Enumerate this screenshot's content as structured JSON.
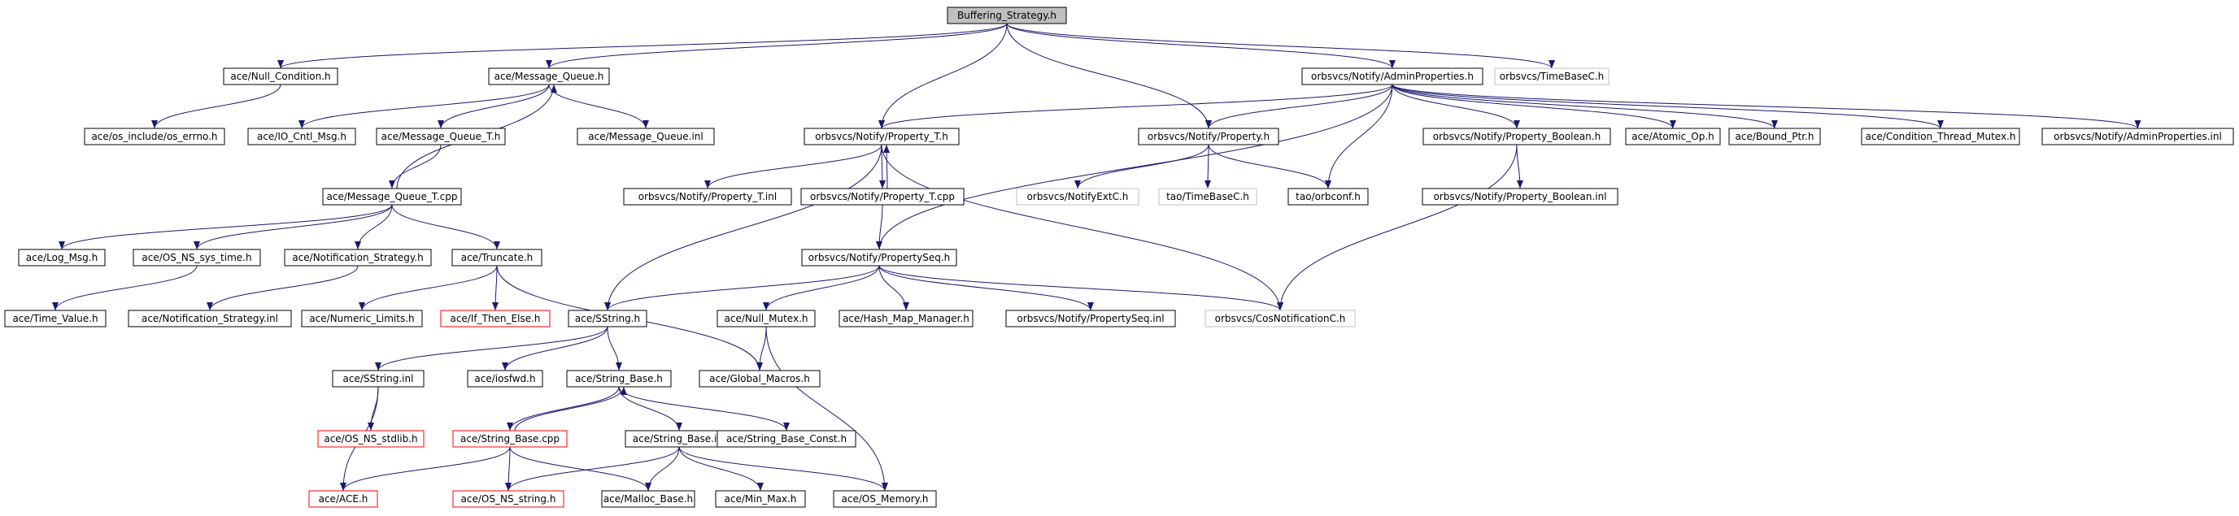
{
  "colors": {
    "root_fill": "#bfbfbf",
    "normal_border": "#000000",
    "missing_border": "#ff0000",
    "external_border": "#bfbfbf",
    "edge": "#191970"
  },
  "nodes": [
    {
      "id": "root",
      "label": "Buffering_Strategy.h",
      "kind": "root"
    },
    {
      "id": "null_condition",
      "label": "ace/Null_Condition.h",
      "kind": "normal"
    },
    {
      "id": "os_errno",
      "label": "ace/os_include/os_errno.h",
      "kind": "normal"
    },
    {
      "id": "message_queue",
      "label": "ace/Message_Queue.h",
      "kind": "normal"
    },
    {
      "id": "io_cntl",
      "label": "ace/IO_Cntl_Msg.h",
      "kind": "normal"
    },
    {
      "id": "mq_t_h",
      "label": "ace/Message_Queue_T.h",
      "kind": "normal"
    },
    {
      "id": "mq_inl",
      "label": "ace/Message_Queue.inl",
      "kind": "normal"
    },
    {
      "id": "mq_t_cpp",
      "label": "ace/Message_Queue_T.cpp",
      "kind": "normal"
    },
    {
      "id": "log_msg",
      "label": "ace/Log_Msg.h",
      "kind": "normal"
    },
    {
      "id": "os_ns_sys_time",
      "label": "ace/OS_NS_sys_time.h",
      "kind": "normal"
    },
    {
      "id": "notif_strategy",
      "label": "ace/Notification_Strategy.h",
      "kind": "normal"
    },
    {
      "id": "truncate",
      "label": "ace/Truncate.h",
      "kind": "normal"
    },
    {
      "id": "time_value",
      "label": "ace/Time_Value.h",
      "kind": "normal"
    },
    {
      "id": "notif_strategy_inl",
      "label": "ace/Notification_Strategy.inl",
      "kind": "normal"
    },
    {
      "id": "numeric_limits",
      "label": "ace/Numeric_Limits.h",
      "kind": "normal"
    },
    {
      "id": "if_then_else",
      "label": "ace/If_Then_Else.h",
      "kind": "missing"
    },
    {
      "id": "property_t_h",
      "label": "orbsvcs/Notify/Property_T.h",
      "kind": "normal"
    },
    {
      "id": "property_h",
      "label": "orbsvcs/Notify/Property.h",
      "kind": "normal"
    },
    {
      "id": "admin_props_h",
      "label": "orbsvcs/Notify/AdminProperties.h",
      "kind": "normal"
    },
    {
      "id": "timebasec_top",
      "label": "orbsvcs/TimeBaseC.h",
      "kind": "external"
    },
    {
      "id": "property_t_inl",
      "label": "orbsvcs/Notify/Property_T.inl",
      "kind": "normal"
    },
    {
      "id": "property_t_cpp",
      "label": "orbsvcs/Notify/Property_T.cpp",
      "kind": "normal"
    },
    {
      "id": "notify_ext",
      "label": "orbsvcs/NotifyExtC.h",
      "kind": "external"
    },
    {
      "id": "tao_timebase",
      "label": "tao/TimeBaseC.h",
      "kind": "external"
    },
    {
      "id": "orbconf",
      "label": "tao/orbconf.h",
      "kind": "normal"
    },
    {
      "id": "prop_bool_h",
      "label": "orbsvcs/Notify/Property_Boolean.h",
      "kind": "normal"
    },
    {
      "id": "atomic_op",
      "label": "ace/Atomic_Op.h",
      "kind": "normal"
    },
    {
      "id": "bound_ptr",
      "label": "ace/Bound_Ptr.h",
      "kind": "normal"
    },
    {
      "id": "cond_thread_mutex",
      "label": "ace/Condition_Thread_Mutex.h",
      "kind": "normal"
    },
    {
      "id": "admin_props_inl",
      "label": "orbsvcs/Notify/AdminProperties.inl",
      "kind": "normal"
    },
    {
      "id": "prop_bool_inl",
      "label": "orbsvcs/Notify/Property_Boolean.inl",
      "kind": "normal"
    },
    {
      "id": "propertyseq_h",
      "label": "orbsvcs/Notify/PropertySeq.h",
      "kind": "normal"
    },
    {
      "id": "sstring_h",
      "label": "ace/SString.h",
      "kind": "normal"
    },
    {
      "id": "null_mutex",
      "label": "ace/Null_Mutex.h",
      "kind": "normal"
    },
    {
      "id": "hash_map_mgr",
      "label": "ace/Hash_Map_Manager.h",
      "kind": "normal"
    },
    {
      "id": "propertyseq_inl",
      "label": "orbsvcs/Notify/PropertySeq.inl",
      "kind": "normal"
    },
    {
      "id": "cosnotif",
      "label": "orbsvcs/CosNotificationC.h",
      "kind": "external"
    },
    {
      "id": "sstring_inl",
      "label": "ace/SString.inl",
      "kind": "normal"
    },
    {
      "id": "iosfwd",
      "label": "ace/iosfwd.h",
      "kind": "normal"
    },
    {
      "id": "string_base_h",
      "label": "ace/String_Base.h",
      "kind": "normal"
    },
    {
      "id": "global_macros",
      "label": "ace/Global_Macros.h",
      "kind": "normal"
    },
    {
      "id": "os_ns_stdlib",
      "label": "ace/OS_NS_stdlib.h",
      "kind": "missing"
    },
    {
      "id": "string_base_cpp",
      "label": "ace/String_Base.cpp",
      "kind": "missing"
    },
    {
      "id": "string_base_inl",
      "label": "ace/String_Base.inl",
      "kind": "normal"
    },
    {
      "id": "string_base_const",
      "label": "ace/String_Base_Const.h",
      "kind": "normal"
    },
    {
      "id": "ace_h",
      "label": "ace/ACE.h",
      "kind": "missing"
    },
    {
      "id": "os_ns_string",
      "label": "ace/OS_NS_string.h",
      "kind": "missing"
    },
    {
      "id": "malloc_base",
      "label": "ace/Malloc_Base.h",
      "kind": "normal"
    },
    {
      "id": "min_max",
      "label": "ace/Min_Max.h",
      "kind": "normal"
    },
    {
      "id": "os_memory",
      "label": "ace/OS_Memory.h",
      "kind": "normal"
    }
  ],
  "edges": [
    [
      "root",
      "null_condition"
    ],
    [
      "root",
      "message_queue"
    ],
    [
      "root",
      "property_t_h"
    ],
    [
      "root",
      "property_h"
    ],
    [
      "root",
      "admin_props_h"
    ],
    [
      "root",
      "timebasec_top"
    ],
    [
      "null_condition",
      "os_errno"
    ],
    [
      "message_queue",
      "io_cntl"
    ],
    [
      "message_queue",
      "mq_t_h"
    ],
    [
      "message_queue",
      "mq_inl"
    ],
    [
      "mq_t_h",
      "mq_t_cpp"
    ],
    [
      "mq_t_cpp",
      "message_queue"
    ],
    [
      "mq_t_cpp",
      "log_msg"
    ],
    [
      "mq_t_cpp",
      "os_ns_sys_time"
    ],
    [
      "mq_t_cpp",
      "notif_strategy"
    ],
    [
      "mq_t_cpp",
      "truncate"
    ],
    [
      "os_ns_sys_time",
      "time_value"
    ],
    [
      "notif_strategy",
      "notif_strategy_inl"
    ],
    [
      "truncate",
      "numeric_limits"
    ],
    [
      "truncate",
      "if_then_else"
    ],
    [
      "truncate",
      "global_macros"
    ],
    [
      "admin_props_h",
      "property_t_h"
    ],
    [
      "admin_props_h",
      "property_h"
    ],
    [
      "admin_props_h",
      "orbconf"
    ],
    [
      "admin_props_h",
      "prop_bool_h"
    ],
    [
      "admin_props_h",
      "atomic_op"
    ],
    [
      "admin_props_h",
      "bound_ptr"
    ],
    [
      "admin_props_h",
      "cond_thread_mutex"
    ],
    [
      "admin_props_h",
      "admin_props_inl"
    ],
    [
      "admin_props_h",
      "propertyseq_h"
    ],
    [
      "property_t_h",
      "sstring_h"
    ],
    [
      "property_t_h",
      "property_t_inl"
    ],
    [
      "property_t_h",
      "property_t_cpp"
    ],
    [
      "property_t_h",
      "cosnotif"
    ],
    [
      "property_t_cpp",
      "property_t_h"
    ],
    [
      "property_t_cpp",
      "propertyseq_h"
    ],
    [
      "property_h",
      "notify_ext"
    ],
    [
      "property_h",
      "tao_timebase"
    ],
    [
      "property_h",
      "orbconf"
    ],
    [
      "prop_bool_h",
      "prop_bool_inl"
    ],
    [
      "prop_bool_h",
      "cosnotif"
    ],
    [
      "propertyseq_h",
      "sstring_h"
    ],
    [
      "propertyseq_h",
      "null_mutex"
    ],
    [
      "propertyseq_h",
      "hash_map_mgr"
    ],
    [
      "propertyseq_h",
      "propertyseq_inl"
    ],
    [
      "propertyseq_h",
      "cosnotif"
    ],
    [
      "null_mutex",
      "global_macros"
    ],
    [
      "null_mutex",
      "os_memory"
    ],
    [
      "sstring_h",
      "sstring_inl"
    ],
    [
      "sstring_h",
      "iosfwd"
    ],
    [
      "sstring_h",
      "string_base_h"
    ],
    [
      "sstring_inl",
      "os_ns_stdlib"
    ],
    [
      "sstring_inl",
      "ace_h"
    ],
    [
      "string_base_h",
      "string_base_cpp"
    ],
    [
      "string_base_h",
      "string_base_inl"
    ],
    [
      "string_base_h",
      "string_base_const"
    ],
    [
      "string_base_cpp",
      "string_base_h"
    ],
    [
      "string_base_cpp",
      "ace_h"
    ],
    [
      "string_base_cpp",
      "os_ns_string"
    ],
    [
      "string_base_cpp",
      "malloc_base"
    ],
    [
      "string_base_inl",
      "os_ns_string"
    ],
    [
      "string_base_inl",
      "malloc_base"
    ],
    [
      "string_base_inl",
      "min_max"
    ],
    [
      "string_base_inl",
      "os_memory"
    ]
  ]
}
